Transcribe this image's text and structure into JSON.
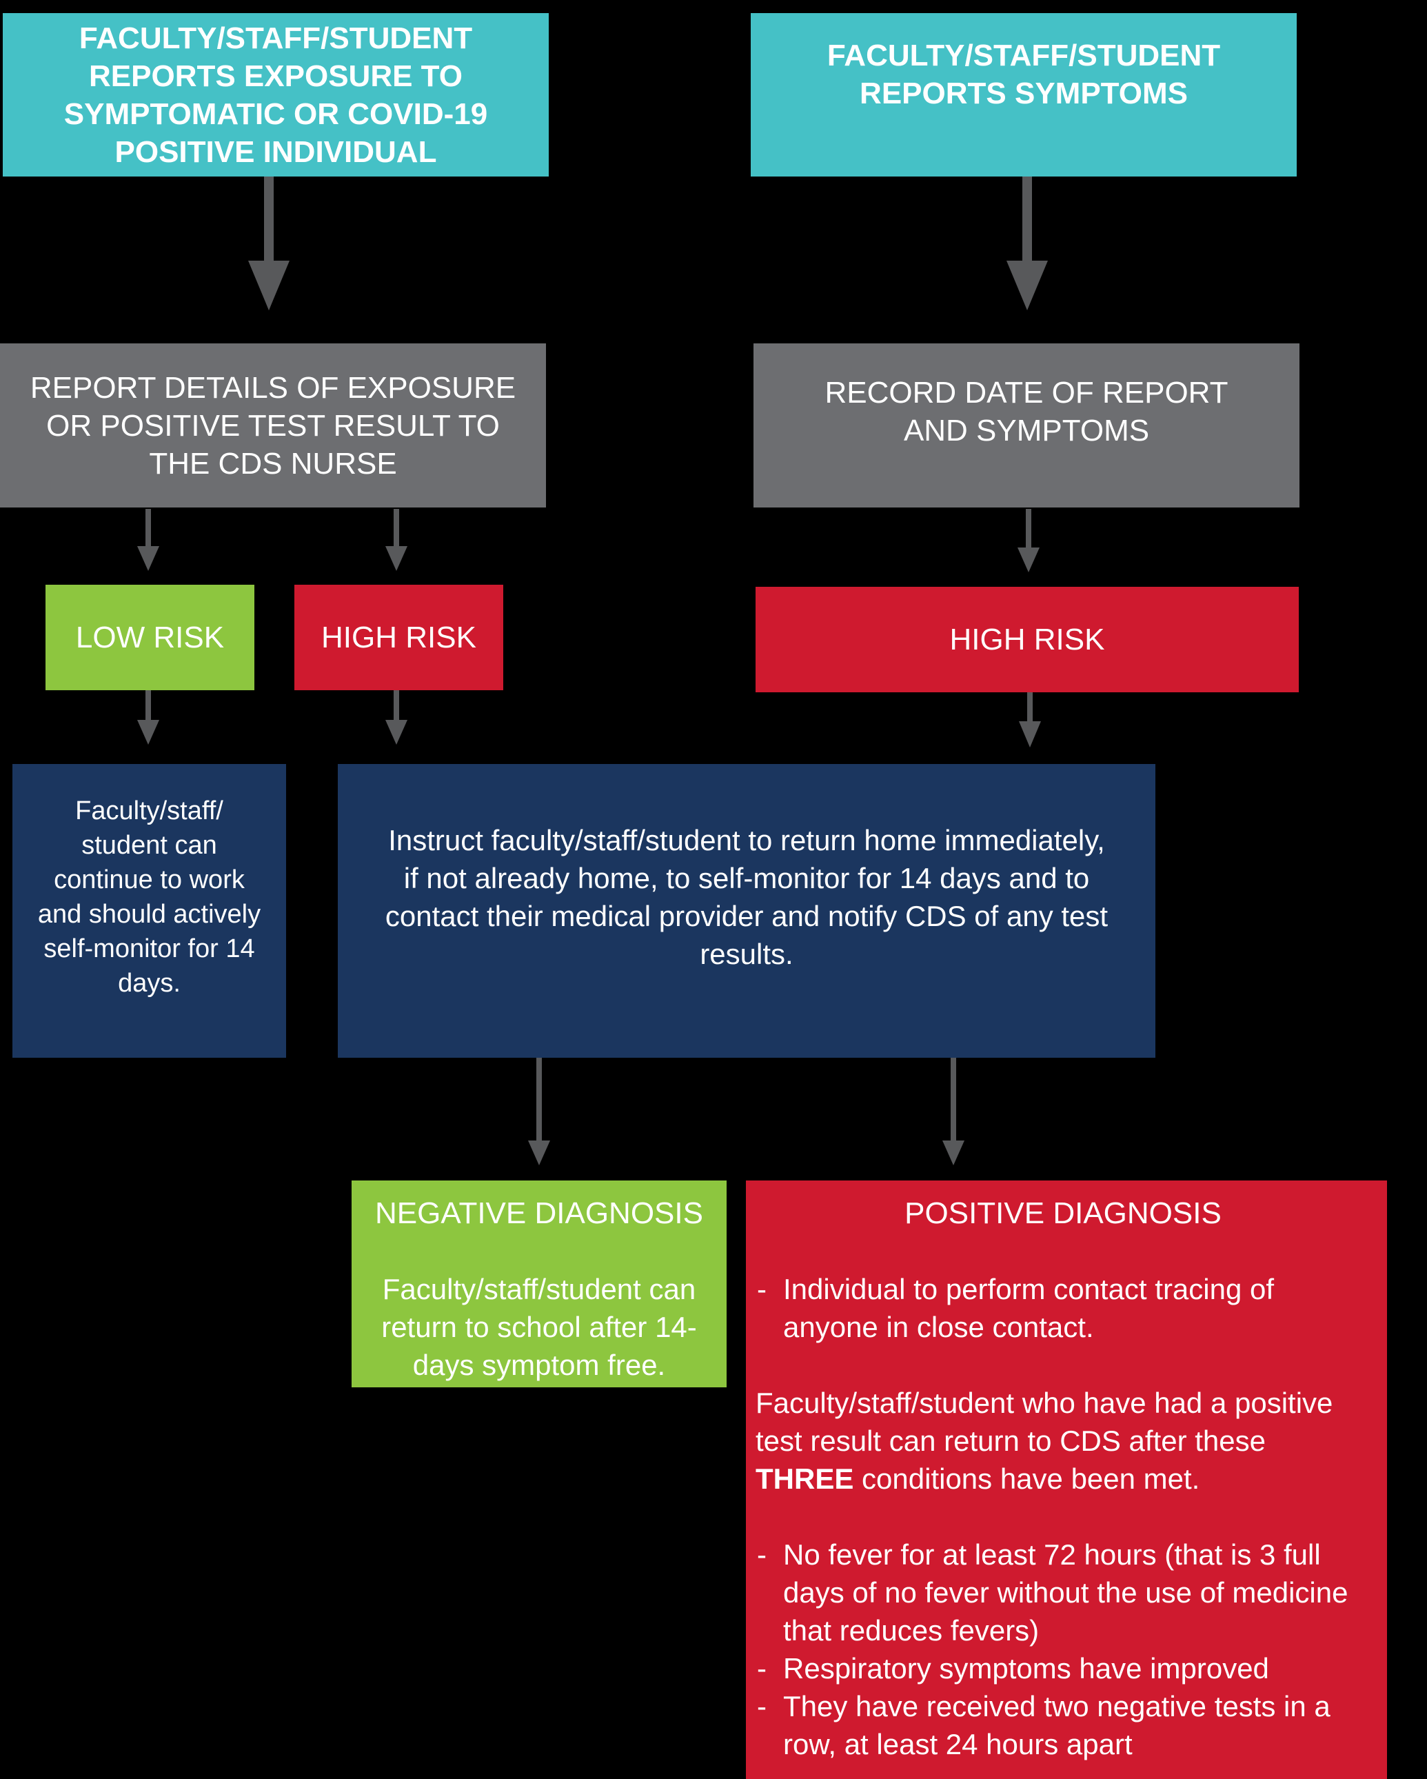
{
  "exposure_box": {
    "text": "FACULTY/STAFF/STUDENT REPORTS EXPOSURE TO SYMPTOMATIC OR COVID-19 POSITIVE INDIVIDUAL"
  },
  "symptoms_box": {
    "text": "FACULTY/STAFF/STUDENT REPORTS SYMPTOMS"
  },
  "report_details_box": {
    "text": "REPORT DETAILS OF EXPOSURE OR POSITIVE TEST RESULT TO THE CDS NURSE"
  },
  "record_date_box": {
    "text": "RECORD DATE OF REPORT AND SYMPTOMS"
  },
  "low_risk_box": {
    "text": "LOW RISK"
  },
  "high_risk_left_box": {
    "text": "HIGH RISK"
  },
  "high_risk_right_box": {
    "text": "HIGH RISK"
  },
  "low_risk_instruction": {
    "text": "Faculty/staff/ student can continue to work and should actively self-monitor for 14 days."
  },
  "high_risk_instruction": {
    "text": "Instruct faculty/staff/student to return home immediately, if not already home, to self-monitor for 14 days and to contact their medical provider and notify CDS of any test results."
  },
  "negative_diagnosis": {
    "title": "NEGATIVE DIAGNOSIS",
    "text": "Faculty/staff/student can return to school after 14-days symptom free."
  },
  "positive_diagnosis": {
    "title": "POSITIVE DIAGNOSIS",
    "first_item": "Individual to perform contact tracing of anyone in close contact.",
    "paragraph_before": "Faculty/staff/student who have had a positive test result can return to CDS after these",
    "paragraph_bold": "THREE",
    "paragraph_after": "conditions have been met.",
    "conditions": [
      "No fever for at least 72 hours (that is 3 full days of no fever without the use of medicine that reduces fevers)",
      "Respiratory symptoms have improved",
      "They have received two negative tests in a row, at least 24 hours apart"
    ]
  },
  "colors": {
    "background": "#000000",
    "teal": "#45c1c6",
    "gray": "#6d6e71",
    "green": "#8dc63f",
    "red": "#cf1a2f",
    "navy": "#1b365f",
    "arrow": "#58595b"
  }
}
